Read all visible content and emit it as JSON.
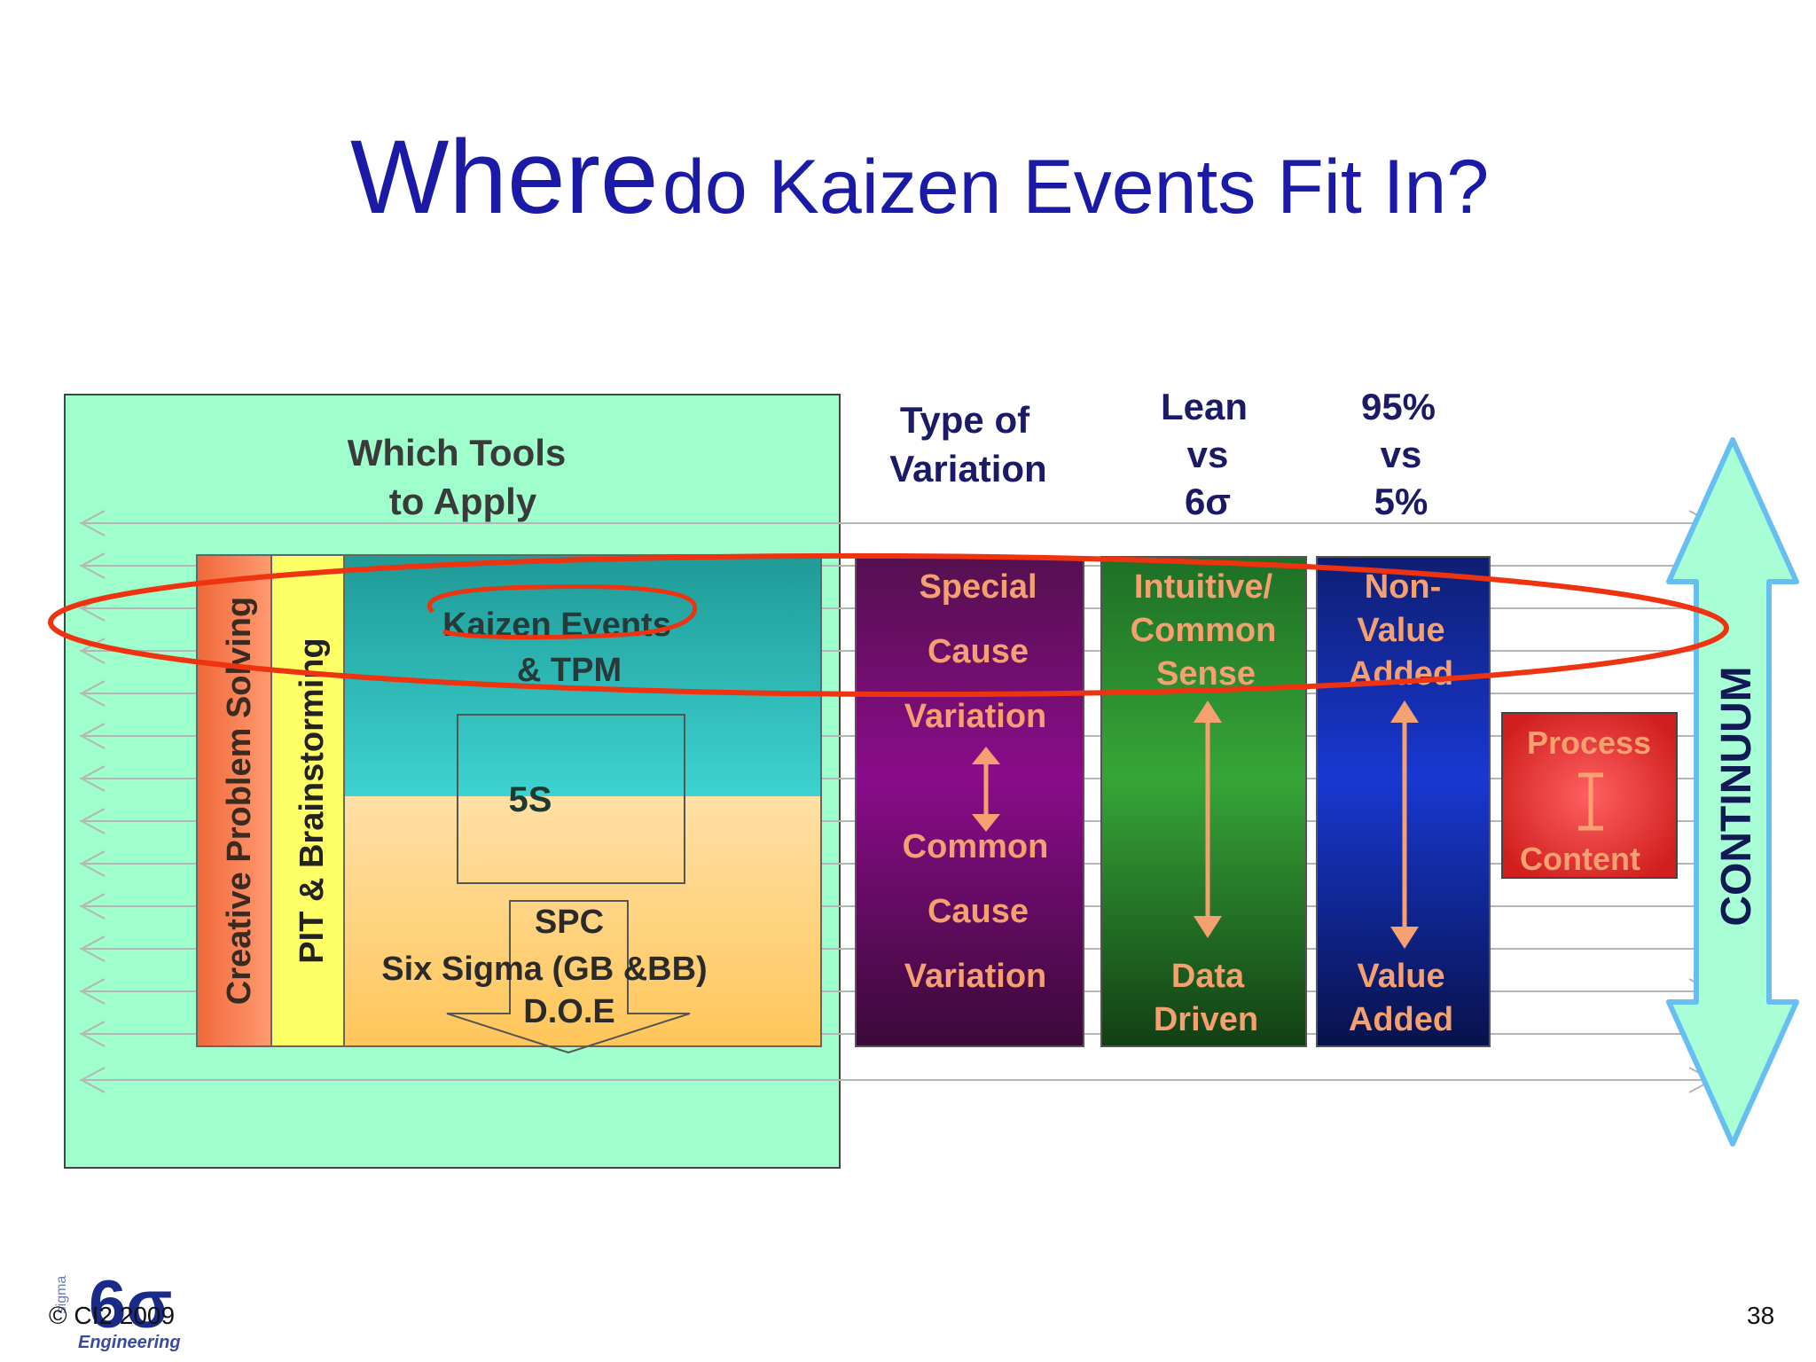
{
  "title": {
    "emphasis": "Where",
    "rest": "do Kaizen Events Fit In?"
  },
  "tools_panel": {
    "heading_line1": "Which Tools",
    "heading_line2": "to Apply",
    "creative_problem_solving": "Creative Problem Solving",
    "pit_brainstorming": "PIT & Brainstorming",
    "kaizen_line1": "Kaizen Events",
    "kaizen_line2": "& TPM",
    "five_s": "5S",
    "spc": "SPC",
    "six_sigma": "Six Sigma (GB &BB)",
    "doe": "D.O.E"
  },
  "columns": {
    "variation": {
      "header_line1": "Type of",
      "header_line2": "Variation",
      "top1": "Special",
      "top2": "Cause",
      "top3": "Variation",
      "bottom1": "Common",
      "bottom2": "Cause",
      "bottom3": "Variation"
    },
    "lean": {
      "header_line1": "Lean",
      "header_line2": "vs",
      "header_line3": "6σ",
      "top1": "Intuitive/",
      "top2": "Common",
      "top3": "Sense",
      "bottom1": "Data",
      "bottom2": "Driven"
    },
    "value": {
      "header_line1": "95%",
      "header_line2": "vs",
      "header_line3": "5%",
      "top1": "Non-",
      "top2": "Value",
      "top3": "Added",
      "bottom1": "Value",
      "bottom2": "Added"
    },
    "process": {
      "top": "Process",
      "bottom": "Content"
    }
  },
  "continuum_label": "CONTINUUM",
  "logo": {
    "mark": "6σ",
    "word": "Engineering",
    "side": "sigma"
  },
  "footer": {
    "copyright": "© CI2 2009",
    "page": "38"
  },
  "colors": {
    "title": "#1a1aa6",
    "tools_bg": "#9effcc",
    "accent_orange": "#f4a070",
    "highlight_red": "#ee3311"
  }
}
